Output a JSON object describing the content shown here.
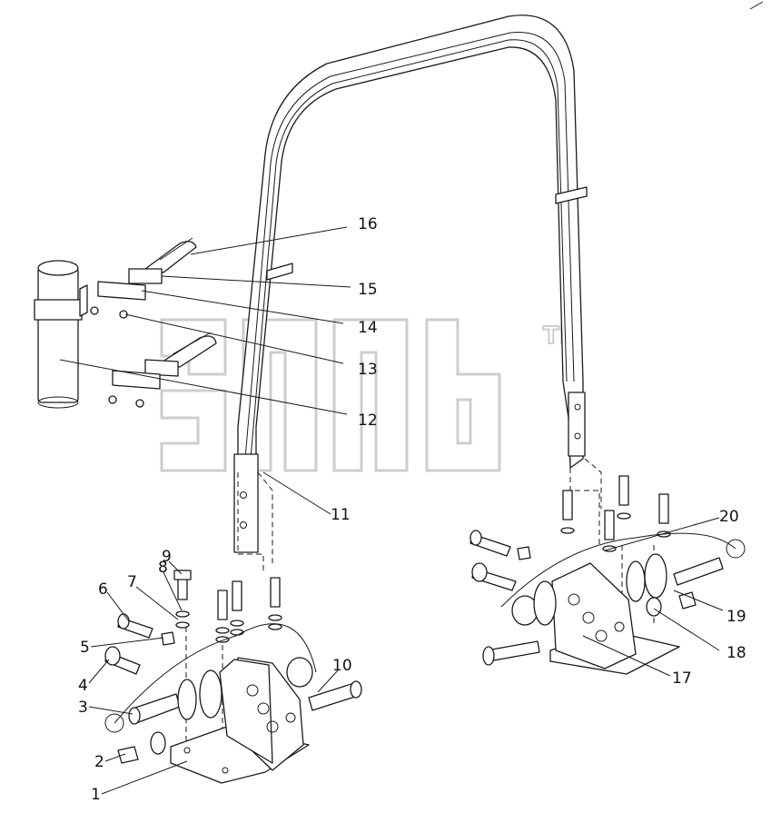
{
  "diagram": {
    "type": "exploded-parts-view",
    "subject": "rollover protective frame (ROPS) with mounting brackets",
    "callouts": [
      "1",
      "2",
      "3",
      "4",
      "5",
      "6",
      "7",
      "8",
      "9",
      "10",
      "11",
      "12",
      "13",
      "14",
      "15",
      "16",
      "17",
      "18",
      "19",
      "20"
    ]
  },
  "watermark": {
    "logo": "3nnb",
    "trademark": "TM"
  },
  "colors": {
    "line": "#1a1a1a",
    "background": "#ffffff",
    "watermark": "#bdbdbd"
  }
}
